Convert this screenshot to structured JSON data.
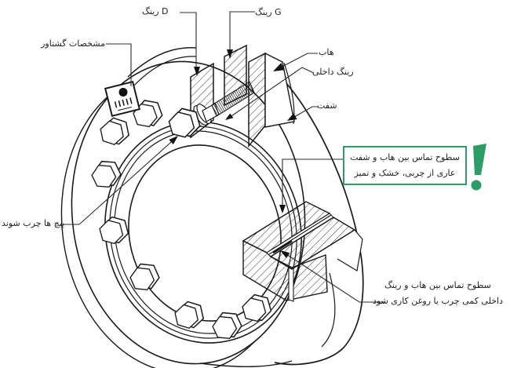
{
  "labels": {
    "ring_d": "رینگ D",
    "ring_g": "رینگ G",
    "torque_spec": "مشخصات گشتاور",
    "hub": "هاب",
    "inner_ring": "رینگ داخلی",
    "shaft": "شفت",
    "bolts_grease": "پیچ ها چرب شوند"
  },
  "warning_box": {
    "line1": "سطوح تماس بین هاب و شفت",
    "line2": "عاری از چربی، خشک و تمیز"
  },
  "note": {
    "line1": "سطوح تماس بین هاب و رینگ",
    "line2": "داخلی کمی چرب یا روغن کاری شود"
  },
  "colors": {
    "accent_green": "#2d9c66",
    "line_color": "#1a1a1a"
  }
}
